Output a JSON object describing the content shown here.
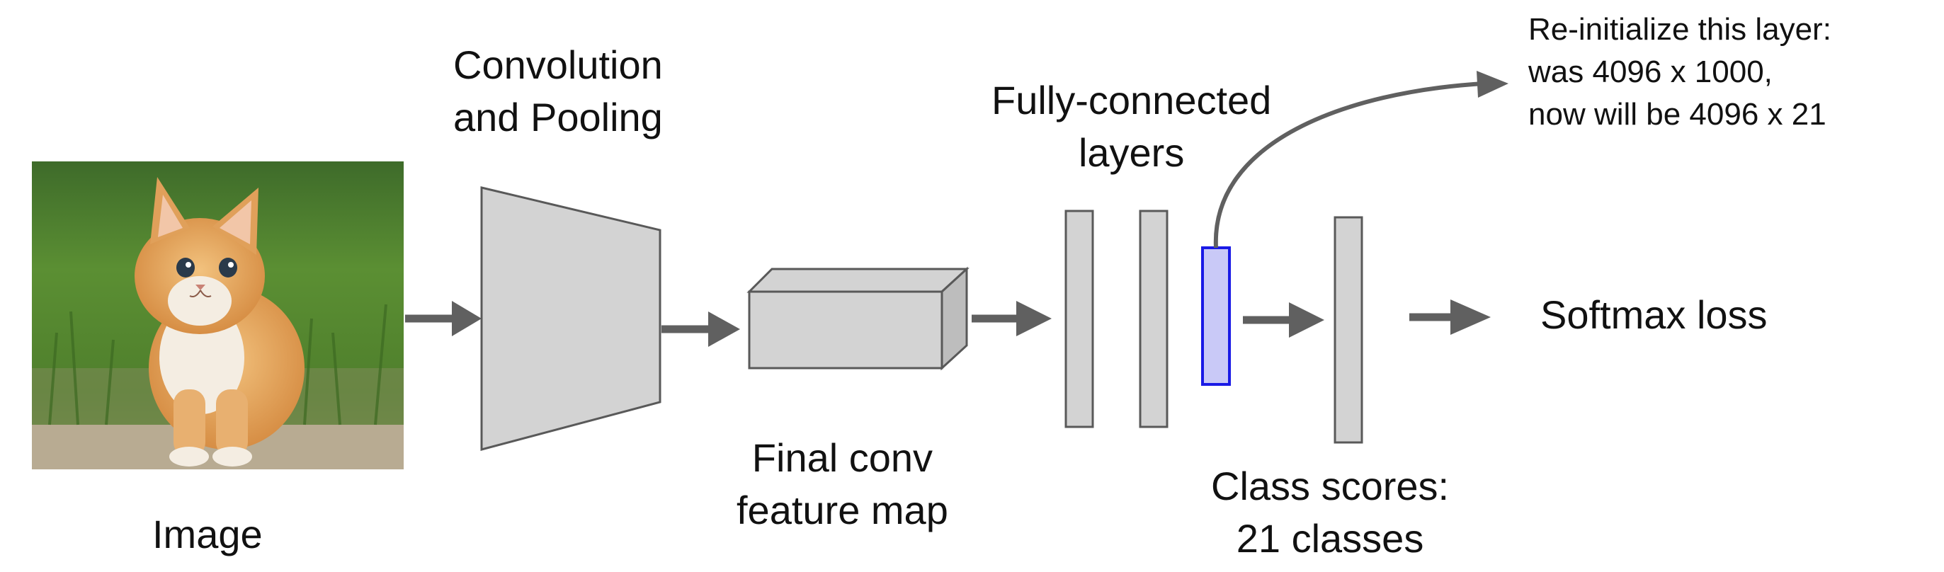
{
  "labels": {
    "image": "Image",
    "conv_pool": [
      "Convolution",
      "and Pooling"
    ],
    "feature_map": [
      "Final conv",
      "feature map"
    ],
    "fc_layers": [
      "Fully-connected",
      "layers"
    ],
    "class_scores": [
      "Class scores:",
      "21 classes"
    ],
    "softmax": "Softmax loss",
    "reinit_note": [
      "Re-initialize this layer:",
      "was 4096 x 1000,",
      "now will be 4096 x 21"
    ]
  },
  "colors": {
    "block_fill": "#d3d3d3",
    "block_stroke": "#595959",
    "arrow": "#606060",
    "highlight_fill": "#c9c9f7",
    "highlight_stroke": "#1a1ae6"
  },
  "icons": {
    "image": "kitten-photo"
  }
}
